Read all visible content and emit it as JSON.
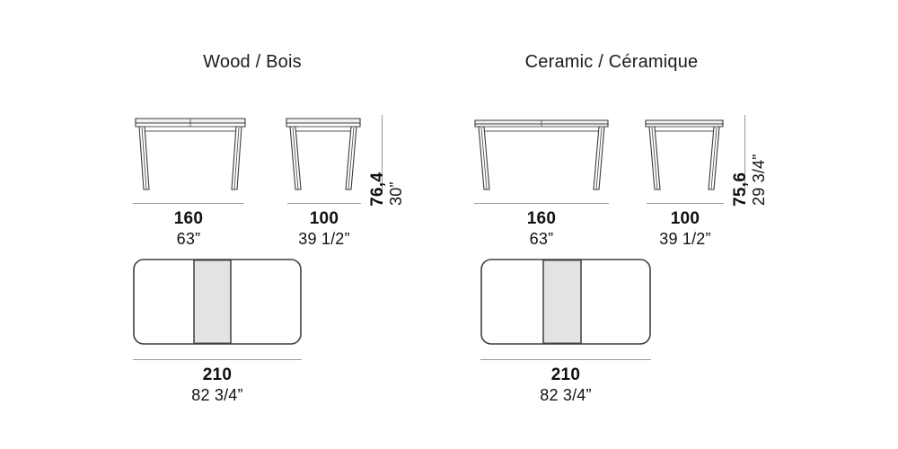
{
  "document": {
    "type": "technical-dimension-drawing",
    "subject": "extendable dining table"
  },
  "groups": [
    {
      "id": "wood",
      "title": "Wood / Bois",
      "height": {
        "metric": "76,4",
        "imperial": "30”"
      },
      "front_view": {
        "metric": "160",
        "imperial": "63”"
      },
      "side_view": {
        "metric": "100",
        "imperial": "39 1/2”"
      },
      "plan_view": {
        "metric": "210",
        "imperial": "82 3/4”"
      }
    },
    {
      "id": "ceramic",
      "title": "Ceramic / Céramique",
      "height": {
        "metric": "75,6",
        "imperial": "29 3/4”"
      },
      "front_view": {
        "metric": "160",
        "imperial": "63”"
      },
      "side_view": {
        "metric": "100",
        "imperial": "39 1/2”"
      },
      "plan_view": {
        "metric": "210",
        "imperial": "82 3/4”"
      }
    }
  ],
  "colors": {
    "line": "#3a3a3a",
    "dimension_rule": "#9a9a9a",
    "extension_leaf_fill": "#e3e3e3",
    "text": "#111111",
    "background": "#ffffff"
  }
}
